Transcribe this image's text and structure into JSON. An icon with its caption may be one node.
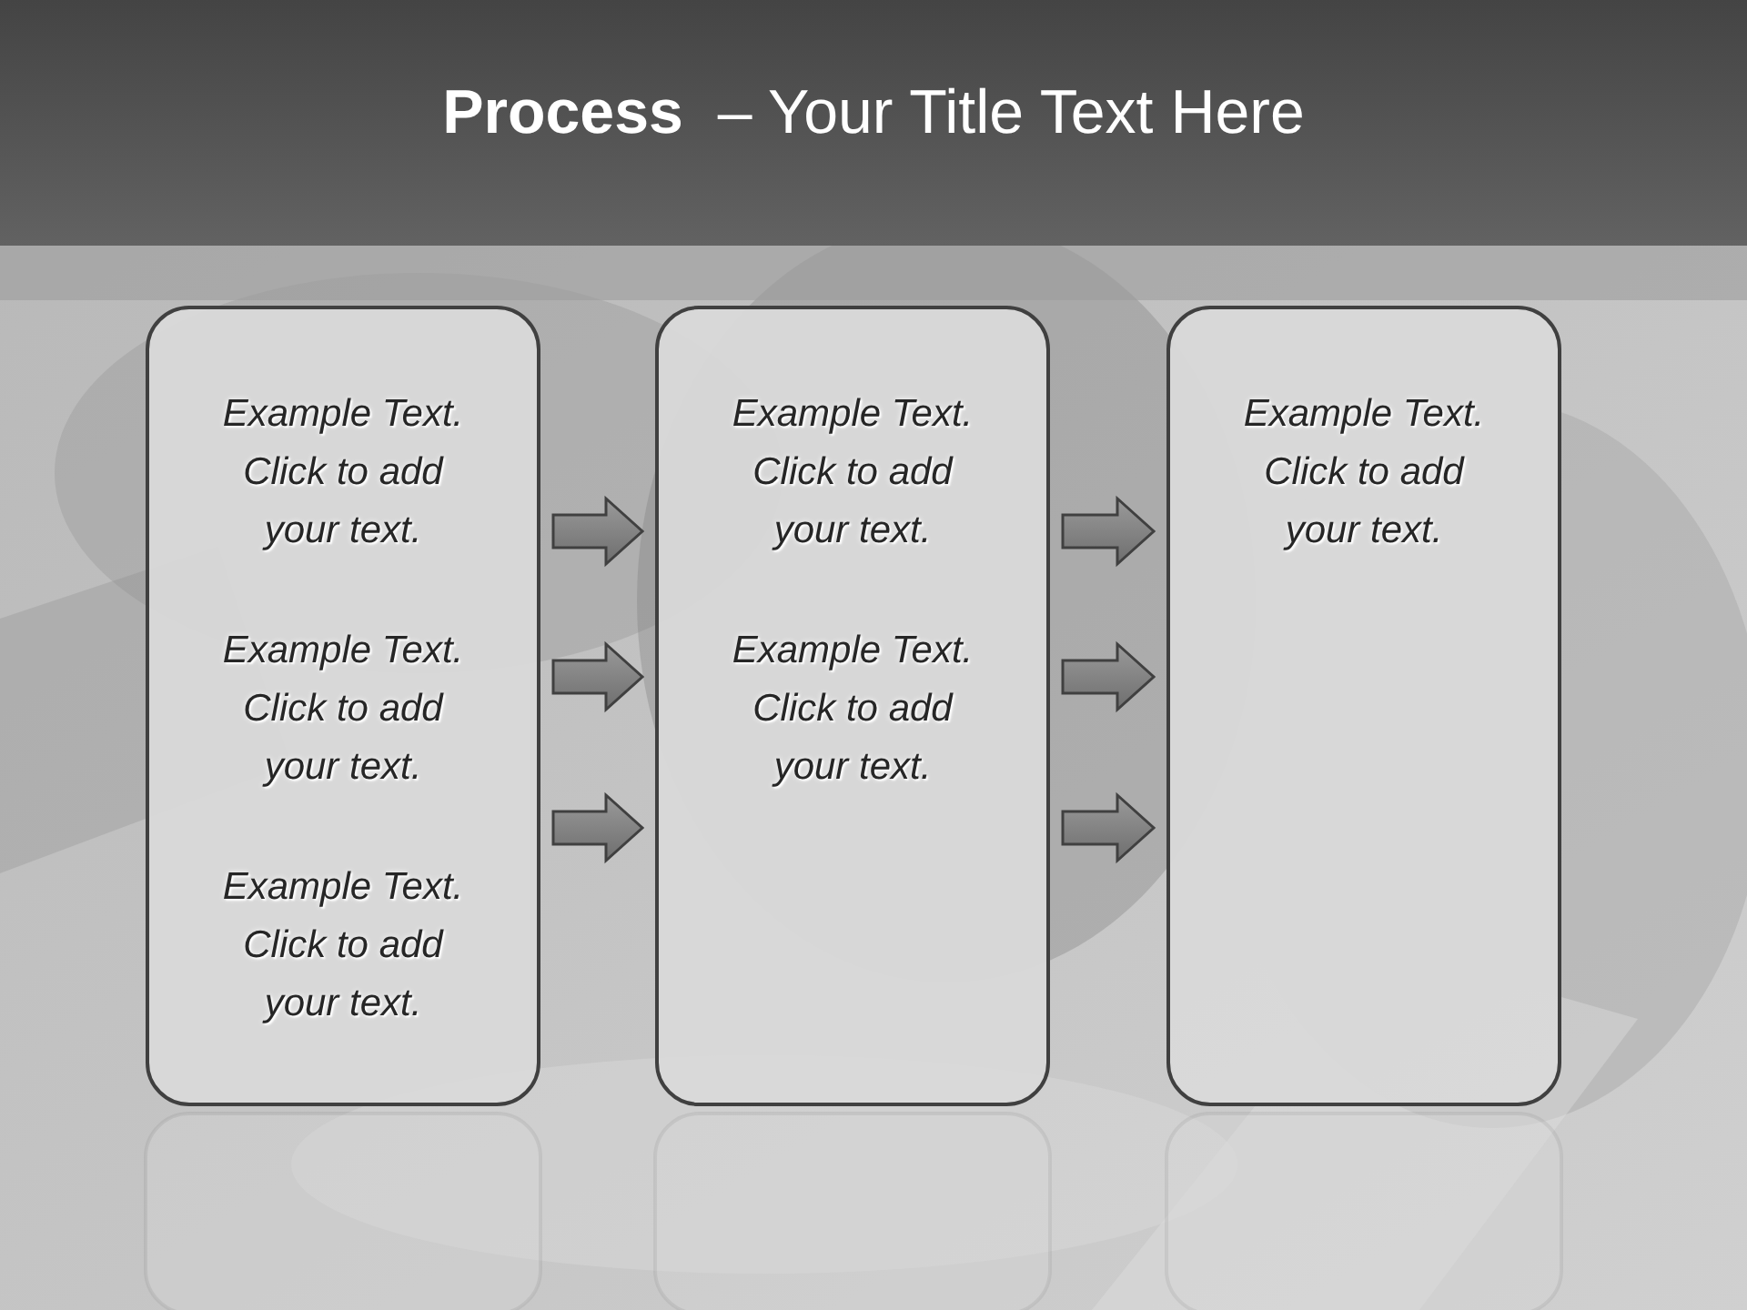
{
  "diagram": {
    "title": "**Process**  – Your Title Text Here",
    "nodes": [
      {
        "text": [
          "Example Text. Click  to add your text.",
          "Example Text. Click  to add your text.",
          "Example Text. Click  to add your text."
        ]
      },
      {
        "text": [
          "Example Text. Click  to add your text.",
          "Example Text. Click  to add your text."
        ]
      },
      {
        "text": [
          "Example Text. Click  to add your text."
        ]
      }
    ],
    "edges": [
      {
        "from": 0,
        "to": 1,
        "arrow": "to"
      },
      {
        "from": 0,
        "to": 1,
        "arrow": "to"
      },
      {
        "from": 0,
        "to": 1,
        "arrow": "to"
      },
      {
        "from": 1,
        "to": 2,
        "arrow": "to"
      },
      {
        "from": 1,
        "to": 2,
        "arrow": "to"
      },
      {
        "from": 1,
        "to": 2,
        "arrow": "to"
      }
    ]
  }
}
